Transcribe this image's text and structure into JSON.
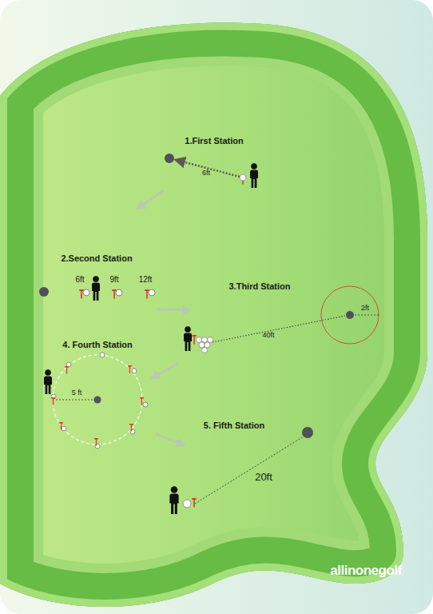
{
  "diagram": {
    "labels": [
      "1.First Station",
      "6ft",
      "2.Second Station",
      "6ft",
      "9ft",
      "12ft",
      "3.Third Station",
      "40ft",
      "2ft",
      "4. Fourth Station",
      "5 ft",
      "5. Fifth Station",
      "20ft",
      "allinonegolf"
    ]
  }
}
